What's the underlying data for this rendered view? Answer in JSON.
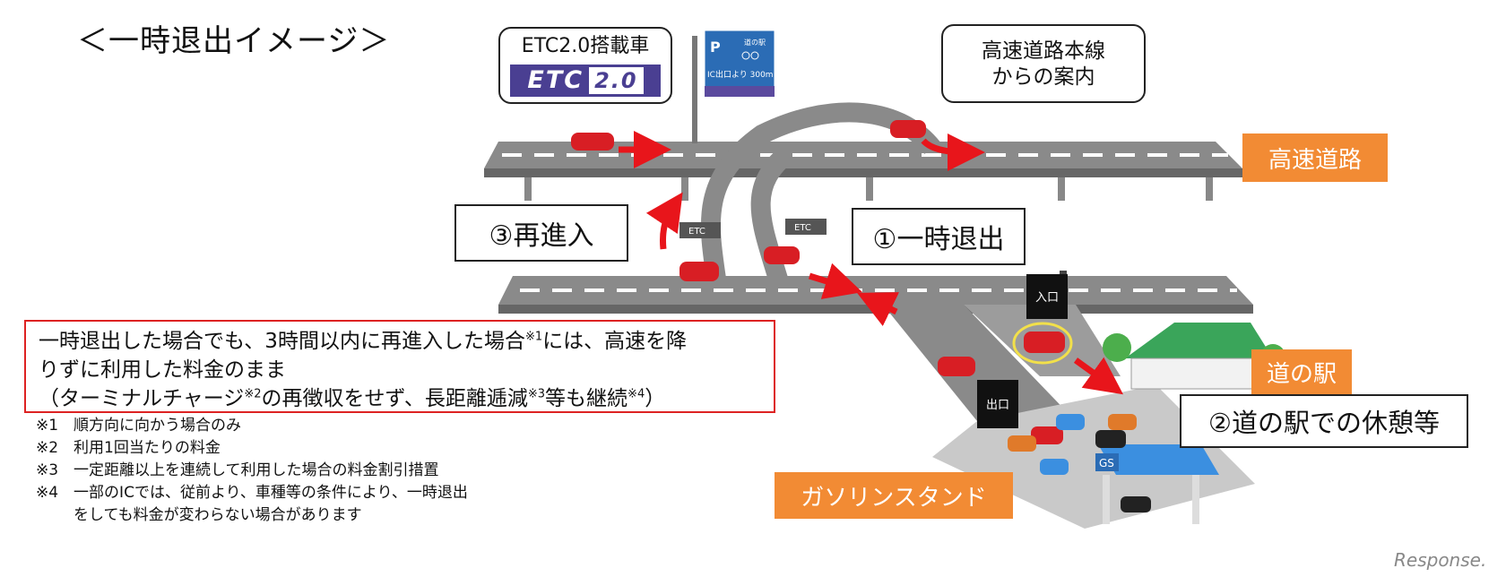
{
  "title": "＜一時退出イメージ＞",
  "etc_callout": {
    "label": "ETC2.0搭載車",
    "logo_text": "ETC",
    "logo_version": "2.0"
  },
  "guide_callout": {
    "line1": "高速道路本線",
    "line2": "からの案内"
  },
  "sign": {
    "header": "道の駅",
    "distance": "IC出口より 300m"
  },
  "labels": {
    "expressway": "高速道路",
    "michinoeki": "道の駅",
    "gas_station": "ガソリンスタンド",
    "exit": "①一時退出",
    "rest": "②道の駅での休憩等",
    "reenter": "③再進入",
    "gate_etc_1": "ETC",
    "gate_etc_2": "ETC",
    "sign_entrance": "入口",
    "sign_exit": "出口",
    "gs_sign": "GS"
  },
  "note": {
    "line1_a": "一時退出した場合でも、3時間以内に再進入した場合",
    "line1_sup": "※1",
    "line1_b": "には、高速を降",
    "line2": "りずに利用した料金のまま",
    "line3_a": "（ターミナルチャージ",
    "line3_sup1": "※2",
    "line3_b": "の再徴収をせず、長距離逓減",
    "line3_sup2": "※3",
    "line3_c": "等も継続",
    "line3_sup3": "※4",
    "line3_d": "）"
  },
  "footnotes": [
    "※1　順方向に向かう場合のみ",
    "※2　利用1回当たりの料金",
    "※3　一定距離以上を連続して利用した場合の料金割引措置",
    "※4　一部のICでは、従前より、車種等の条件により、一時退出",
    "をしても料金が変わらない場合があります"
  ],
  "watermark": "Response.",
  "colors": {
    "accent_orange": "#f28b34",
    "red": "#e8151b",
    "etc_purple": "#4a3f92",
    "sign_blue": "#2b6cb5"
  }
}
